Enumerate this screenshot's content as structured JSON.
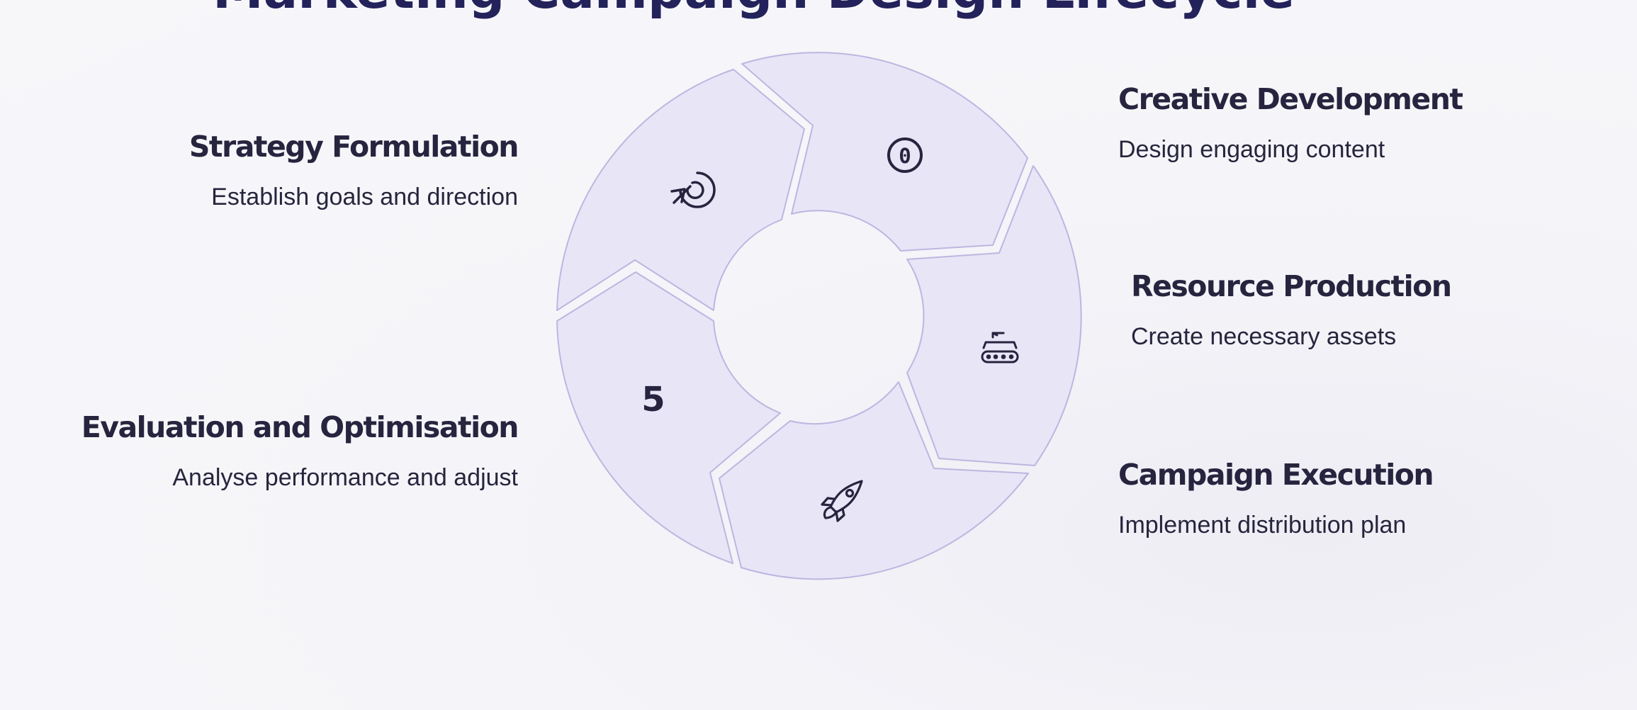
{
  "page": {
    "title": "Marketing Campaign Design Lifecycle"
  },
  "colors": {
    "segment_fill": "#e8e5f7",
    "segment_stroke": "#bdb6e0",
    "text_dark": "#26243e",
    "title_navy": "#23225a"
  },
  "steps": [
    {
      "title": "Strategy Formulation",
      "description": "Establish goals and direction",
      "icon": "target-arrow-icon"
    },
    {
      "title": "Creative Development",
      "description": "Design engaging content",
      "icon": "number-zero-icon"
    },
    {
      "title": "Resource Production",
      "description": "Create necessary assets",
      "icon": "conveyor-belt-icon"
    },
    {
      "title": "Campaign Execution",
      "description": "Implement distribution plan",
      "icon": "rocket-icon"
    },
    {
      "title": "Evaluation and Optimisation",
      "description": "Analyse performance and adjust",
      "icon": "number-five-icon"
    }
  ],
  "segment_labels": {
    "creative": "0",
    "evaluation": "5"
  }
}
